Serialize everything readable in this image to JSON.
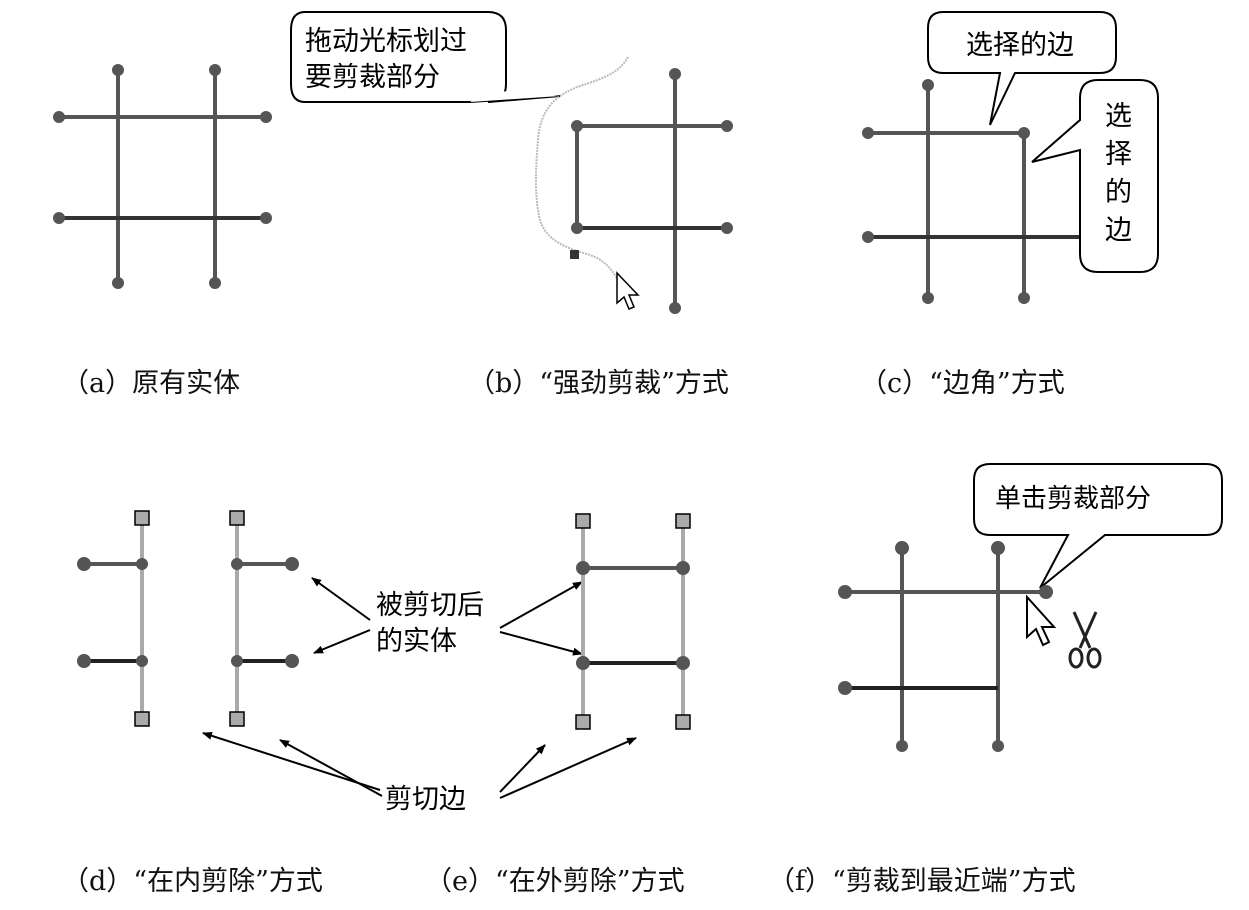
{
  "panel_a": {
    "caption": "（a）原有实体"
  },
  "panel_b": {
    "callout": [
      "拖动光标划过",
      "要剪裁部分"
    ],
    "caption": "（b）“强劲剪裁”方式"
  },
  "panel_c": {
    "callout_top": "选择的边",
    "callout_side": [
      "选",
      "择",
      "的",
      "边"
    ],
    "caption": "（c）“边角”方式"
  },
  "panel_de": {
    "trimmed_label": [
      "被剪切后",
      "的实体"
    ],
    "trim_edge_label": "剪切边"
  },
  "panel_d": {
    "caption": "（d）“在内剪除”方式"
  },
  "panel_e": {
    "caption": "（e）“在外剪除”方式"
  },
  "panel_f": {
    "callout": "单击剪裁部分",
    "caption": "（f）“剪裁到最近端”方式"
  },
  "colors": {
    "line": "#555555",
    "dark_line": "#222222",
    "light_line": "#aaaaaa",
    "handle_fill": "#aaaaaa",
    "callout_fill": "#ffffff",
    "callout_stroke": "#000000"
  }
}
